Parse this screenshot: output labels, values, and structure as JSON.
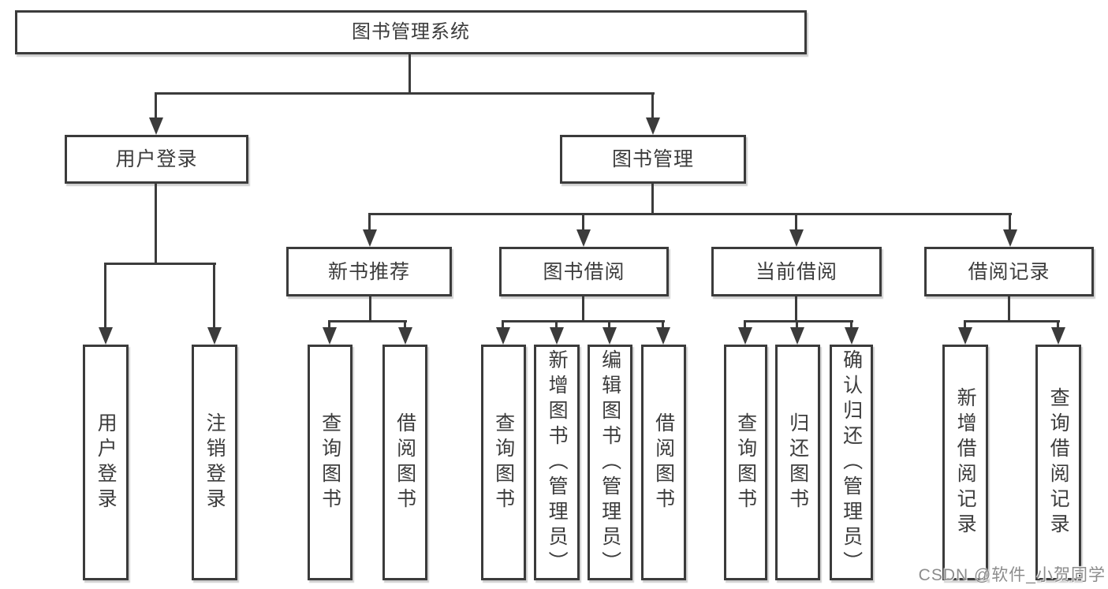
{
  "diagram": {
    "root": "图书管理系统",
    "level2": [
      "用户登录",
      "图书管理"
    ],
    "level3": [
      "新书推荐",
      "图书借阅",
      "当前借阅",
      "借阅记录"
    ],
    "leaves": {
      "user_login": [
        "用户登录",
        "注销登录"
      ],
      "new_book": [
        "查询图书",
        "借阅图书"
      ],
      "book_borrow": [
        "查询图书",
        "新增图书（管理员）",
        "编辑图书（管理员）",
        "借阅图书"
      ],
      "current_borrow": [
        "查询图书",
        "归还图书",
        "确认归还（管理员）"
      ],
      "borrow_records": [
        "新增借阅记录",
        "查询借阅记录"
      ]
    },
    "colors": {
      "line": "#3b3b3b",
      "text": "#3c3c3c",
      "box_background": "#ffffff"
    }
  },
  "watermark": {
    "text": "CSDN @软件_小贺同学",
    "color": "#8c8c8c"
  }
}
